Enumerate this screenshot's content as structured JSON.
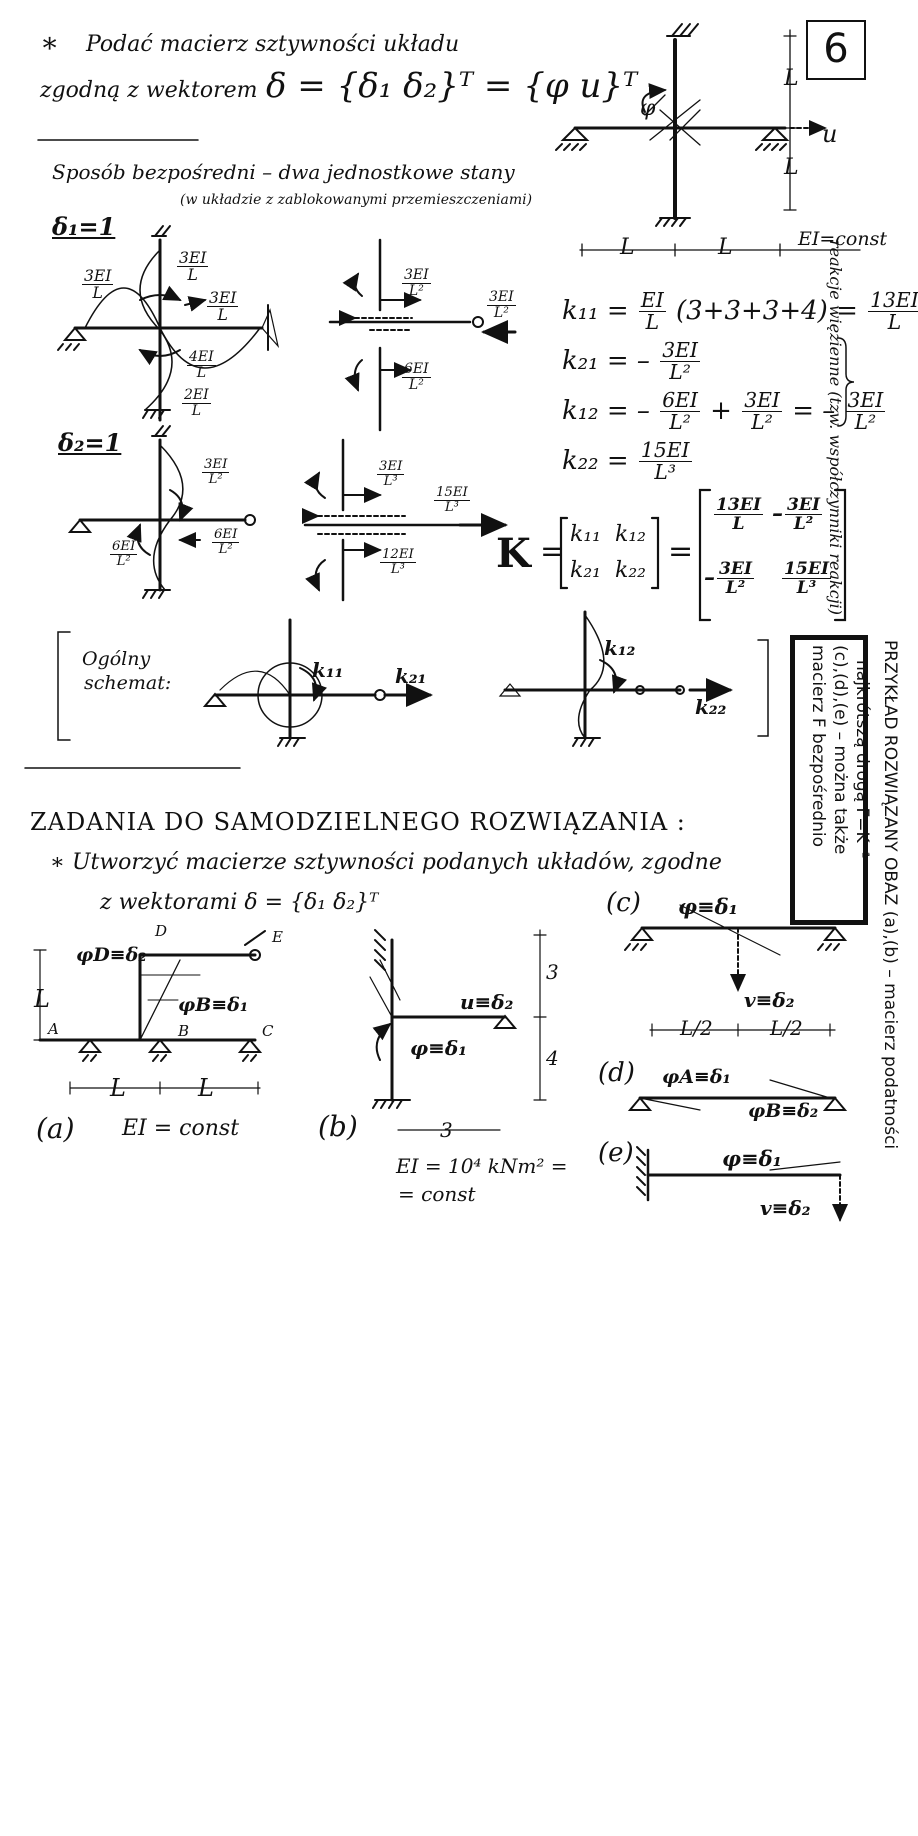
{
  "page_number": "6",
  "header": {
    "task_star": "∗",
    "task_line1": "Podać macierz sztywności układu",
    "task_line2": "zgodną z wektorem",
    "vector_formula": "δ = {δ₁ δ₂}ᵀ = {φ u}ᵀ"
  },
  "top_diagram": {
    "labels": {
      "phi": "φ",
      "u": "u",
      "L_top": "L",
      "L_bottom": "L"
    },
    "span_labels": [
      "L",
      "L"
    ],
    "ei_note": "EI=const"
  },
  "method": {
    "title": "Sposób bezpośredni – dwa jednostkowe stany",
    "subtitle": "(w układzie z zablokowanymi przemieszczeniami)"
  },
  "state1": {
    "label": "δ₁=1",
    "left_fracs": [
      {
        "num": "3EI",
        "den": "L"
      },
      {
        "num": "3EI",
        "den": "L"
      },
      {
        "num": "3EI",
        "den": "L"
      },
      {
        "num": "4EI",
        "den": "L"
      },
      {
        "num": "2EI",
        "den": "L"
      }
    ],
    "right_fracs": [
      {
        "num": "3EI",
        "den": "L²"
      },
      {
        "num": "3EI",
        "den": "L²"
      },
      {
        "num": "6EI",
        "den": "L²"
      }
    ]
  },
  "coefficients": {
    "k11": {
      "lhs": "k₁₁ =",
      "mid_num": "EI",
      "mid_den": "L",
      "paren": "(3+3+3+4) =",
      "res_num": "13EI",
      "res_den": "L"
    },
    "k21": {
      "lhs": "k₂₁ = –",
      "num": "3EI",
      "den": "L²"
    },
    "k12": {
      "lhs": "k₁₂ = –",
      "a_num": "6EI",
      "a_den": "L²",
      "plus": "+",
      "b_num": "3EI",
      "b_den": "L²",
      "eq": "= –",
      "c_num": "3EI",
      "c_den": "L²"
    },
    "k22": {
      "lhs": "k₂₂ =",
      "num": "15EI",
      "den": "L³"
    },
    "side_note": "reakcje więzienne (tzw. współczynniki reakcji)"
  },
  "state2": {
    "label": "δ₂=1",
    "left_fracs": [
      {
        "num": "3EI",
        "den": "L²"
      },
      {
        "num": "6EI",
        "den": "L²"
      },
      {
        "num": "6EI",
        "den": "L²"
      }
    ],
    "right_fracs": [
      {
        "num": "3EI",
        "den": "L³"
      },
      {
        "num": "15EI",
        "den": "L³"
      },
      {
        "num": "12EI",
        "den": "L³"
      }
    ]
  },
  "stiffness_matrix": {
    "K": "K",
    "eq": "=",
    "symbolic": [
      [
        "k₁₁",
        "k₁₂"
      ],
      [
        "k₂₁",
        "k₂₂"
      ]
    ],
    "values": [
      [
        {
          "num": "13EI",
          "den": "L",
          "sign": ""
        },
        {
          "num": "3EI",
          "den": "L²",
          "sign": "–"
        }
      ],
      [
        {
          "num": "3EI",
          "den": "L²",
          "sign": "–"
        },
        {
          "num": "15EI",
          "den": "L³",
          "sign": ""
        }
      ]
    ]
  },
  "general_scheme": {
    "label_line1": "Ogólny",
    "label_line2": "schemat:",
    "k11": "k₁₁",
    "k21": "k₂₁",
    "k12": "k₁₂",
    "k22": "k₂₂"
  },
  "example_box": {
    "line1": "PRZYKŁAD ROZWIĄZANY OBAZ (a),(b) – macierz podatności",
    "line2": "najkrótszą drogą F=K⁻¹",
    "line3": "(c),(d),(e) – można także",
    "line4": "macierz F bezpośrednio"
  },
  "exercises": {
    "title": "ZADANIA DO SAMODZIELNEGO ROZWIĄZANIA :",
    "line1": "∗ Utworzyć macierze sztywności podanych układów, zgodne",
    "line2": "z wektorami δ = {δ₁ δ₂}ᵀ",
    "a": {
      "tag": "(a)",
      "ei": "EI = const",
      "labels": {
        "D": "D",
        "E": "E",
        "A": "A",
        "B": "B",
        "C": "C",
        "phiD": "φD≡δ₂",
        "phiB": "φB≡δ₁",
        "L_vert": "L"
      },
      "spans": [
        "L",
        "L"
      ]
    },
    "b": {
      "tag": "(b)",
      "ei_line1": "EI = 10⁴ kNm² =",
      "ei_line2": "= const",
      "labels": {
        "u": "u≡δ₂",
        "phi": "φ≡δ₁",
        "h1": "3",
        "h2": "4",
        "w": "3"
      }
    },
    "c": {
      "tag": "(c)",
      "labels": {
        "phi": "φ≡δ₁",
        "v": "v≡δ₂",
        "s1": "L/2",
        "s2": "L/2"
      }
    },
    "d": {
      "tag": "(d)",
      "labels": {
        "phiA": "φA≡δ₁",
        "phiB": "φB≡δ₂"
      }
    },
    "e": {
      "tag": "(e)",
      "labels": {
        "phi": "φ≡δ₁",
        "v": "v≡δ₂"
      }
    }
  }
}
